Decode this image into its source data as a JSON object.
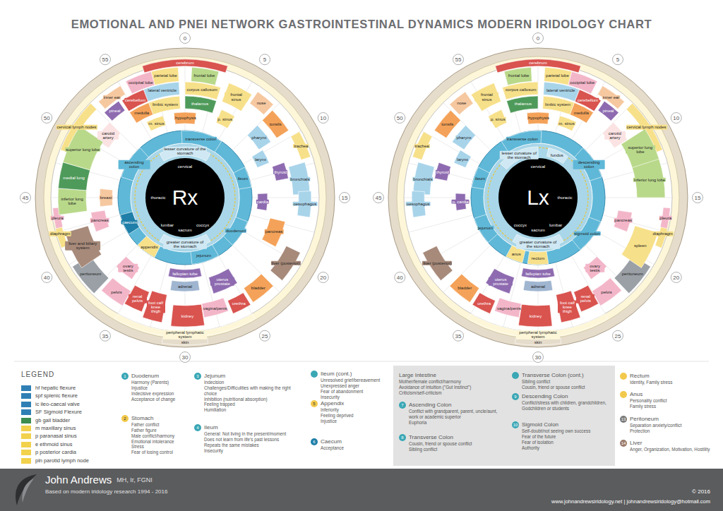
{
  "diagram": {
    "title": "EMOTIONAL AND PNEI NETWORK GASTROINTESTINAL DYNAMICS MODERN IRIDOLOGY CHART",
    "nodes": [
      {
        "text": [
          "Rx"
        ]
      },
      {
        "text": [
          "Lx"
        ]
      },
      {
        "text": [
          "1",
          "Duodenum",
          "Harmony (Parents)",
          "Injustice",
          "Indecisive expression",
          "Acceptance of change"
        ]
      },
      {
        "text": [
          "2",
          "Stomach",
          "Father conflict",
          "Father figure",
          "Male conflict/harmony",
          "Emotional intolerance",
          "Stress",
          "Fear of losing control"
        ]
      },
      {
        "text": [
          "3",
          "Jejunum",
          "Indecision",
          "Challenges/Difficulities with making the right choice",
          "Inhibition (nutritional absorption)",
          "Feeling trapped",
          "Humiliation"
        ]
      },
      {
        "text": [
          "4",
          "Ileum",
          "General: Not living in the present/moment",
          "Does not learn from life's past lessons",
          "Repeats the same mistakes",
          "Insecurity"
        ]
      },
      {
        "text": [
          "Ileum (cont.)",
          "Unresolved grief/bereavement",
          "Unexpressed anger",
          "Fear of abandonment",
          "Insecurity"
        ]
      },
      {
        "text": [
          "5",
          "Appendix",
          "Inferiority",
          "Feeling deprived",
          "Injustice"
        ]
      },
      {
        "text": [
          "6",
          "Caecum",
          "Acceptance"
        ]
      },
      {
        "text": [
          "Large Intestine",
          "Mother/female conflict/harmony",
          "Avoidance of Intuition (\"Gut Instinct\")",
          "Criticism/self-criticism"
        ]
      },
      {
        "text": [
          "7",
          "Ascending Colon",
          "Conflict with grandparent, parent, uncle/aunt, work or academic superior",
          "Euphoria"
        ]
      },
      {
        "text": [
          "8",
          "Transverse Colon",
          "Cousin, friend or spouse conflict",
          "Sibling conflict"
        ]
      },
      {
        "text": [
          "Transverse Colon (cont.)",
          "Sibling conflict",
          "Cousin, friend or spouse conflict"
        ]
      },
      {
        "text": [
          "9",
          "Descending Colon",
          "Conflict/stress with children, grandchildren, Godchildren or students"
        ]
      },
      {
        "text": [
          "10",
          "Sigmoid Colon",
          "Self-doubt/not seeing own success",
          "Fear of the future",
          "Fear of isolation",
          "Authority"
        ]
      },
      {
        "text": [
          "Rectum",
          "Identity, Family stress"
        ]
      },
      {
        "text": [
          "Anus",
          "Personality conflict",
          "Family stress"
        ]
      },
      {
        "text": [
          "13",
          "Peritoneum",
          "Separation anxiety/conflict",
          "Protection"
        ]
      },
      {
        "text": [
          "14",
          "Liver",
          "Anger, Organization, Motivation, Hostility"
        ]
      },
      {
        "text": [
          "John Andrews",
          "MH, Ir, FGNI",
          "Based on modern iridology research 1994 - 2016",
          "www.johnandrewsiridology.net | johnandrewsiridology@hotmail.com",
          "© 2016"
        ]
      }
    ],
    "labels": [
      "0",
      "5",
      "10",
      "15",
      "20",
      "25",
      "30",
      "35",
      "40",
      "45",
      "50",
      "55",
      "0",
      "5",
      "10",
      "15",
      "20",
      "25",
      "30",
      "35",
      "40",
      "45",
      "50",
      "55",
      "cerebrum",
      "occipital lobe",
      "parietal lobe",
      "frontal lobe",
      "corpus callosum",
      "thalamus",
      "lateral ventricle",
      "limbic system",
      "hypophysis",
      "cerebellum",
      "medulla",
      "pineal",
      "inner ear",
      "carotid artery",
      "cervical lymph nodes",
      "m. sinus",
      "frontal sinus",
      "nose",
      "p. sinus",
      "tonsils",
      "pharynx",
      "larynx",
      "trachea",
      "thyroid",
      "bronchials",
      "oesophagus",
      "cardia",
      "pancreas",
      "liver (posterior)",
      "bladder",
      "urethra",
      "uterus prostate",
      "vagina/penis",
      "kidney",
      "adrenal",
      "fallopian tube",
      "foot calf knee thigh",
      "renal pelvis",
      "pelvis",
      "ovary testis",
      "peritoneum",
      "liver and biliary system",
      "diaphragm",
      "pleura",
      "inferior lung lobe",
      "breast",
      "medial lung",
      "superior lung lobe",
      "pancreas",
      "ascending colon",
      "transverse colon",
      "ileum",
      "duodenum",
      "jejunum",
      "appendix",
      "caecum",
      "lesser curvature of the stomach",
      "greater curvature of the stomach",
      "cervical",
      "thoracic",
      "lumbar",
      "sacrum",
      "coccyx",
      "peripheral lymphatic system",
      "skin",
      "cerebrum",
      "frontal lobe",
      "parietal lobe",
      "occipital lobe",
      "corpus callosum",
      "thalamus",
      "lateral ventricle",
      "limbic system",
      "hypophysis",
      "cerebellum",
      "medulla",
      "pineal",
      "inner ear",
      "carotid artery",
      "cervical lymph nodes",
      "m. sinus",
      "frontal sinus",
      "nose",
      "p. sinus",
      "tonsils",
      "pharynx",
      "larynx",
      "trachea",
      "thyroid",
      "bronchials",
      "oesophagus",
      "p. cardia",
      "pancreas",
      "liver (posterior)",
      "bladder",
      "urethra",
      "uterus prostate",
      "vagina/penis",
      "kidney",
      "adrenal",
      "fallopian tube",
      "foot calf knee thigh",
      "renal pelvis",
      "pelvis",
      "ovary testis",
      "peritoneum",
      "spleen",
      "diaphragm",
      "pleura",
      "inferior lung lobe",
      "superior lung lobe",
      "transverse colon",
      "descending colon",
      "sigmoid colon",
      "rectum",
      "anus",
      "jejunum",
      "ileum",
      "fundus",
      "lesser curvature of the stomach",
      "greater curvature of the stomach",
      "cervical",
      "thoracic",
      "lumbar",
      "sacrum",
      "coccyx",
      "peripheral lymphatic system",
      "skin",
      "LEGEND"
    ],
    "legend": [
      {
        "text": "hf hepatic flexure",
        "color": "#2f7fb5"
      },
      {
        "text": "spf splenic flexure",
        "color": "#2f7fb5"
      },
      {
        "text": "ic ileo-caecal valve",
        "color": "#2f7fb5"
      },
      {
        "text": "SF Sigmoid Flexure",
        "color": "#2f7fb5"
      },
      {
        "text": "gb gall bladder",
        "color": "#3c8d4f"
      },
      {
        "text": "m maxillary sinus",
        "color": "#f2d14c"
      },
      {
        "text": "p paranasal sinus",
        "color": "#f2d14c"
      },
      {
        "text": "e ethmoid sinus",
        "color": "#f2d14c"
      },
      {
        "text": "p posterior cardia",
        "color": "#f2d14c"
      },
      {
        "text": "pln parotid lymph node",
        "color": "#f2d14c"
      }
    ]
  }
}
